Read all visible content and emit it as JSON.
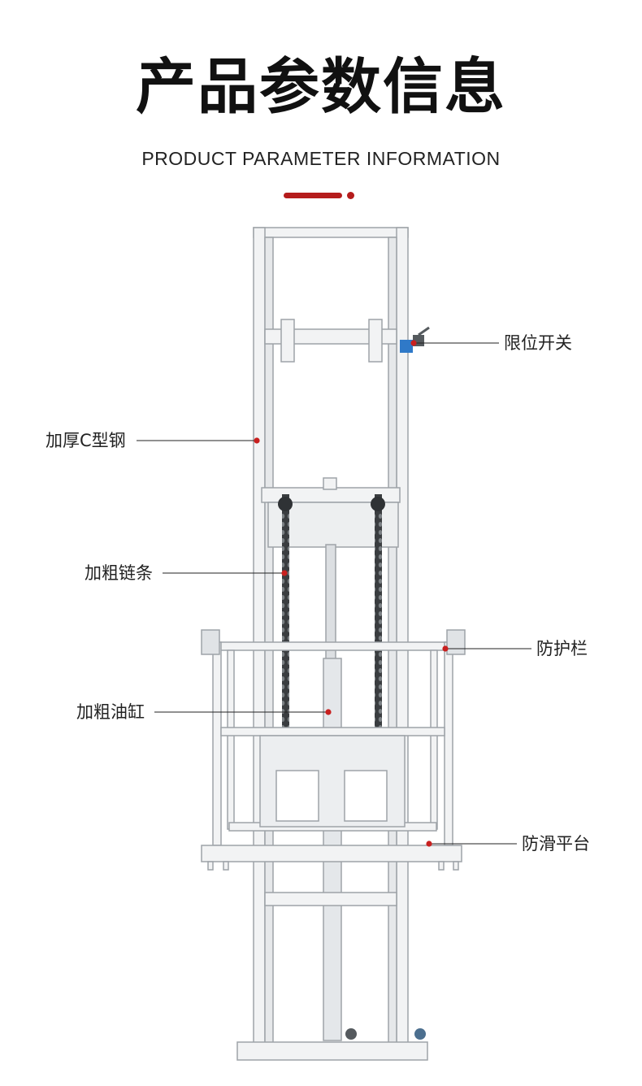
{
  "header": {
    "title": "产品参数信息",
    "subtitle": "PRODUCT PARAMETER INFORMATION"
  },
  "colors": {
    "accent": "#b51c1c",
    "frame": "#f2f3f4",
    "frame_edge": "#9ea3a8",
    "chain": "#3a3d40",
    "switch": "#2f79c8"
  },
  "callouts": {
    "limit_switch": "限位开关",
    "c_steel": "加厚C型钢",
    "chain": "加粗链条",
    "guardrail": "防护栏",
    "cylinder": "加粗油缸",
    "platform": "防滑平台"
  }
}
